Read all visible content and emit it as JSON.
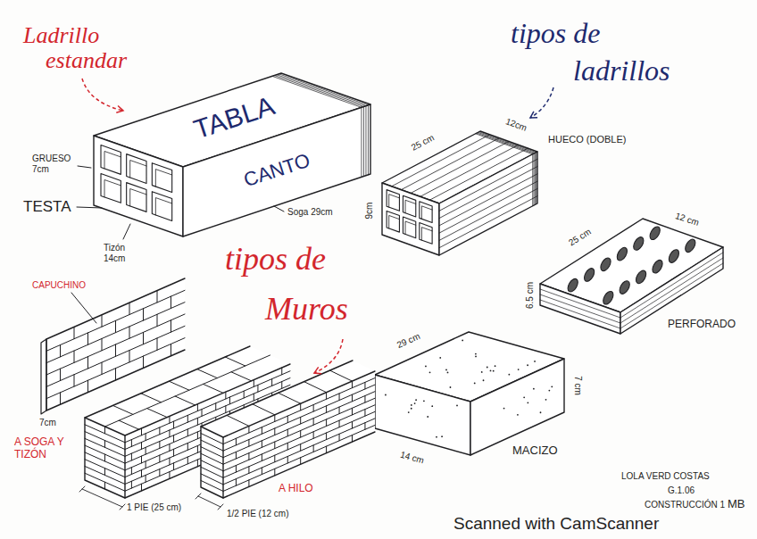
{
  "diagram": {
    "labels": [
      "Ladrillo estandar",
      "TABLA",
      "CANTO",
      "GRUESO 7cm",
      "TESTA",
      "Tizón 14cm",
      "Soga 29cm",
      "tipos de ladrillos",
      "25 cm",
      "12cm",
      "9cm",
      "HUECO (DOBLE)",
      "25 cm",
      "12 cm",
      "6.5 cm",
      "PERFORADO",
      "29 cm",
      "7 cm",
      "14 cm",
      "MACIZO",
      "tipos de Muros",
      "CAPUCHINO",
      "7cm",
      "A SOGA Y TIZÓN",
      "1 PIE (25 cm)",
      "A HILO",
      "1/2 PIE (12 cm)",
      "LOLA VERD COSTAS",
      "G.1.06",
      "CONSTRUCCIÓN 1",
      "MB",
      "Scanned with CamScanner"
    ]
  }
}
